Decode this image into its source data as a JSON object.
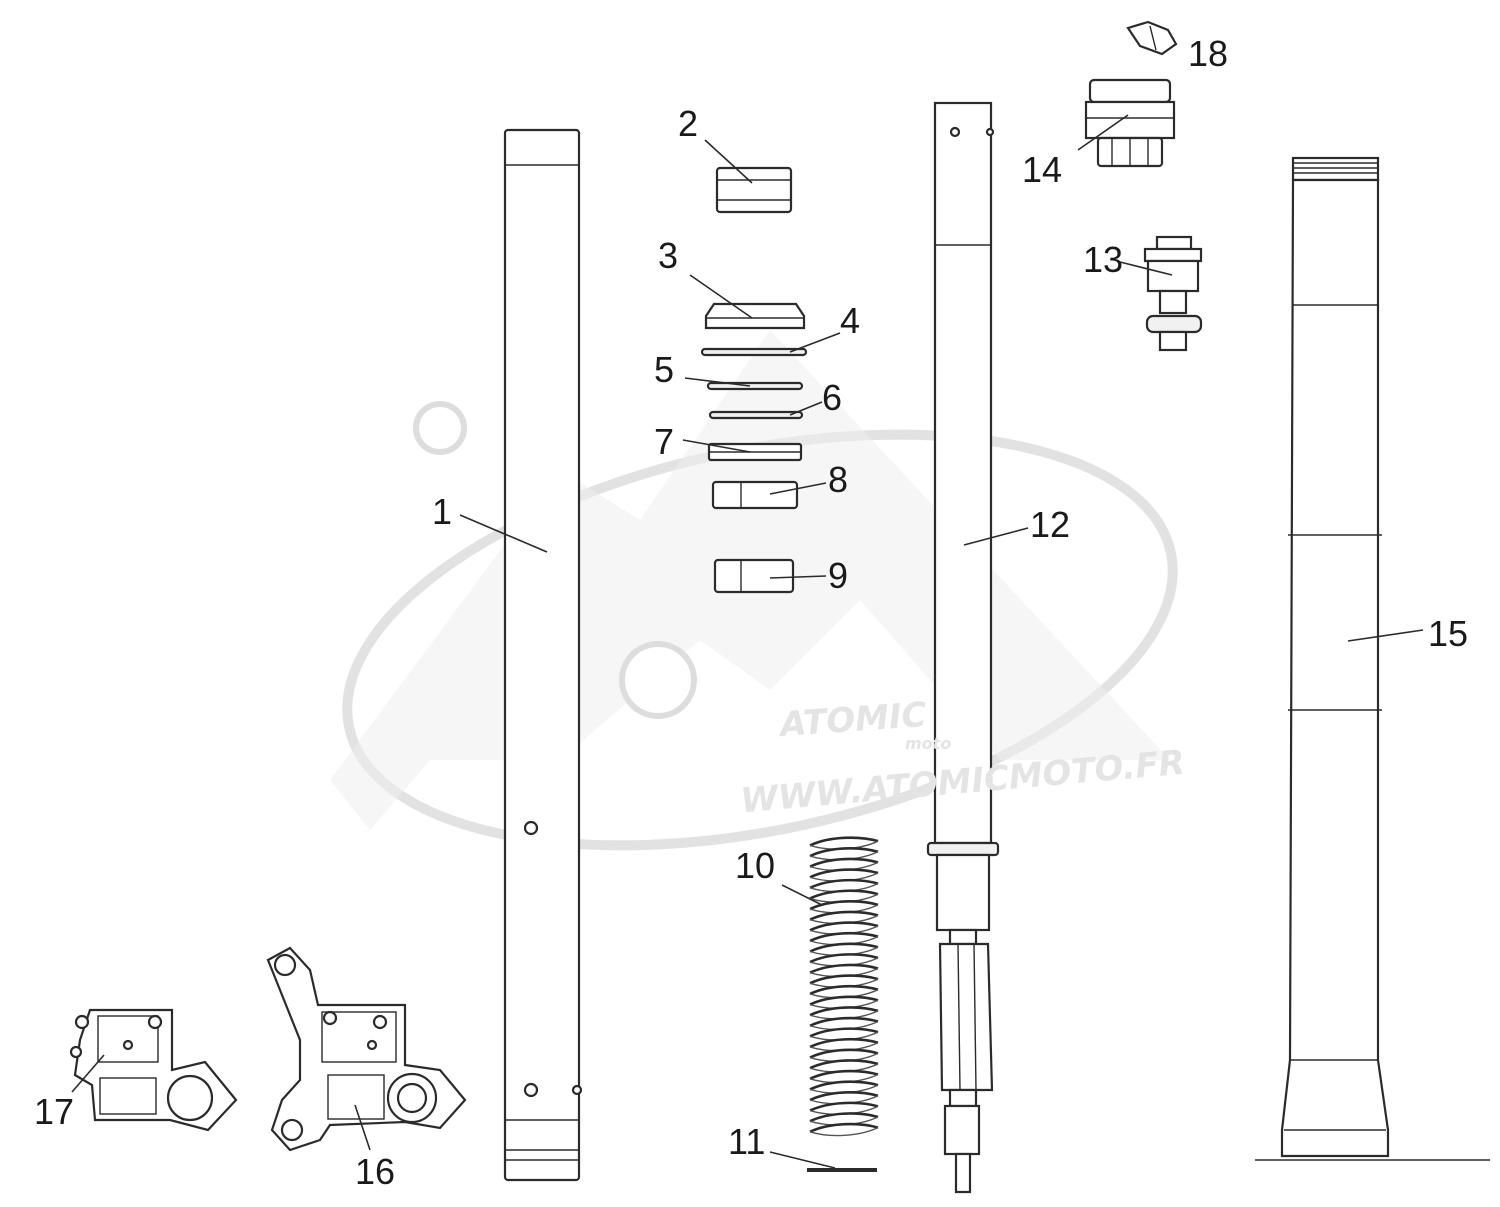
{
  "watermark": {
    "brand": "ATOMIC",
    "sub": "moto",
    "url": "WWW.ATOMICMOTO.FR"
  },
  "callouts": [
    {
      "num": "1",
      "part": "fork-outer-tube"
    },
    {
      "num": "2",
      "part": "top-bushing-cap"
    },
    {
      "num": "3",
      "part": "dust-seal"
    },
    {
      "num": "4",
      "part": "seal-ring-a"
    },
    {
      "num": "5",
      "part": "seal-ring-b"
    },
    {
      "num": "6",
      "part": "seal-ring-c"
    },
    {
      "num": "7",
      "part": "oil-seal"
    },
    {
      "num": "8",
      "part": "upper-bushing"
    },
    {
      "num": "9",
      "part": "lower-bushing"
    },
    {
      "num": "10",
      "part": "fork-spring"
    },
    {
      "num": "11",
      "part": "spring-washer"
    },
    {
      "num": "12",
      "part": "damper-cartridge"
    },
    {
      "num": "13",
      "part": "compression-valve"
    },
    {
      "num": "14",
      "part": "fork-cap"
    },
    {
      "num": "15",
      "part": "fork-inner-tube"
    },
    {
      "num": "16",
      "part": "axle-clamp-with-bracket"
    },
    {
      "num": "17",
      "part": "axle-clamp"
    },
    {
      "num": "18",
      "part": "bleed-screw"
    }
  ]
}
